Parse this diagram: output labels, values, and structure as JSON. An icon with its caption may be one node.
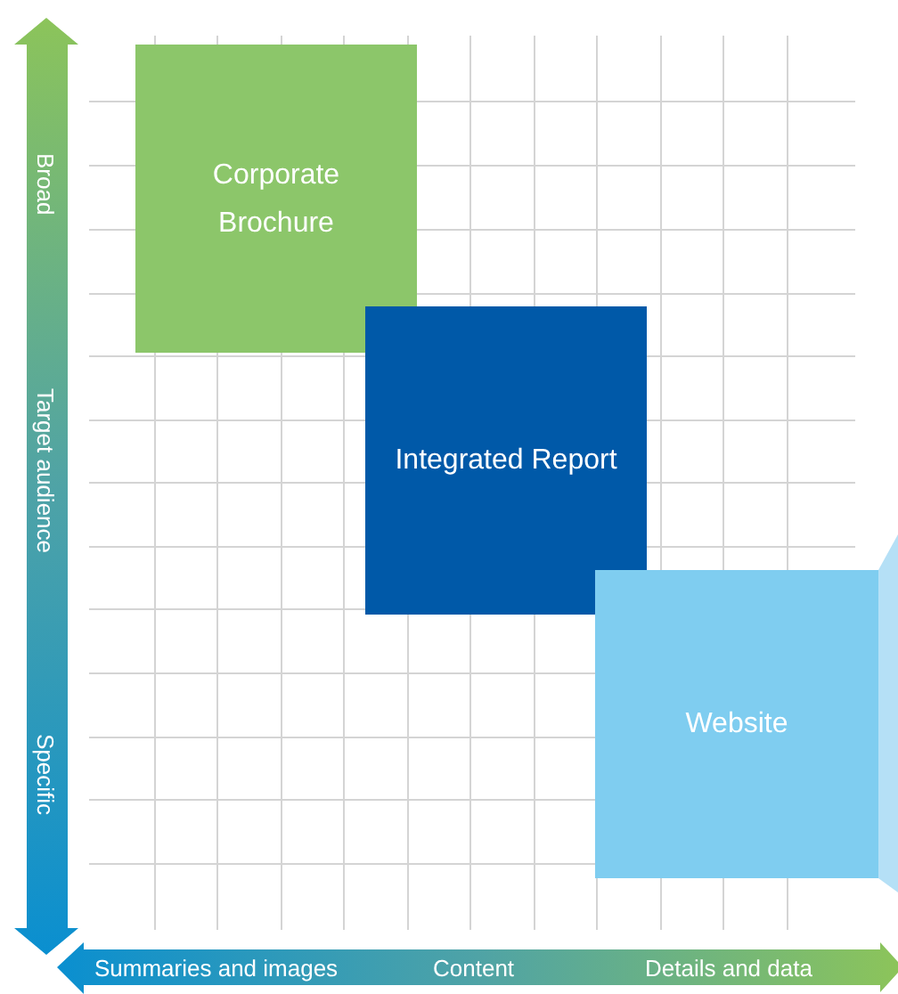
{
  "diagram": {
    "nodes": [
      {
        "text": [
          "Corporate Brochure"
        ]
      },
      {
        "text": [
          "Integrated Report"
        ]
      },
      {
        "text": [
          "Website"
        ]
      }
    ],
    "labels": [
      "Broad",
      "Target audience",
      "Specific",
      "Summaries and images",
      "Content",
      "Details and data"
    ]
  }
}
